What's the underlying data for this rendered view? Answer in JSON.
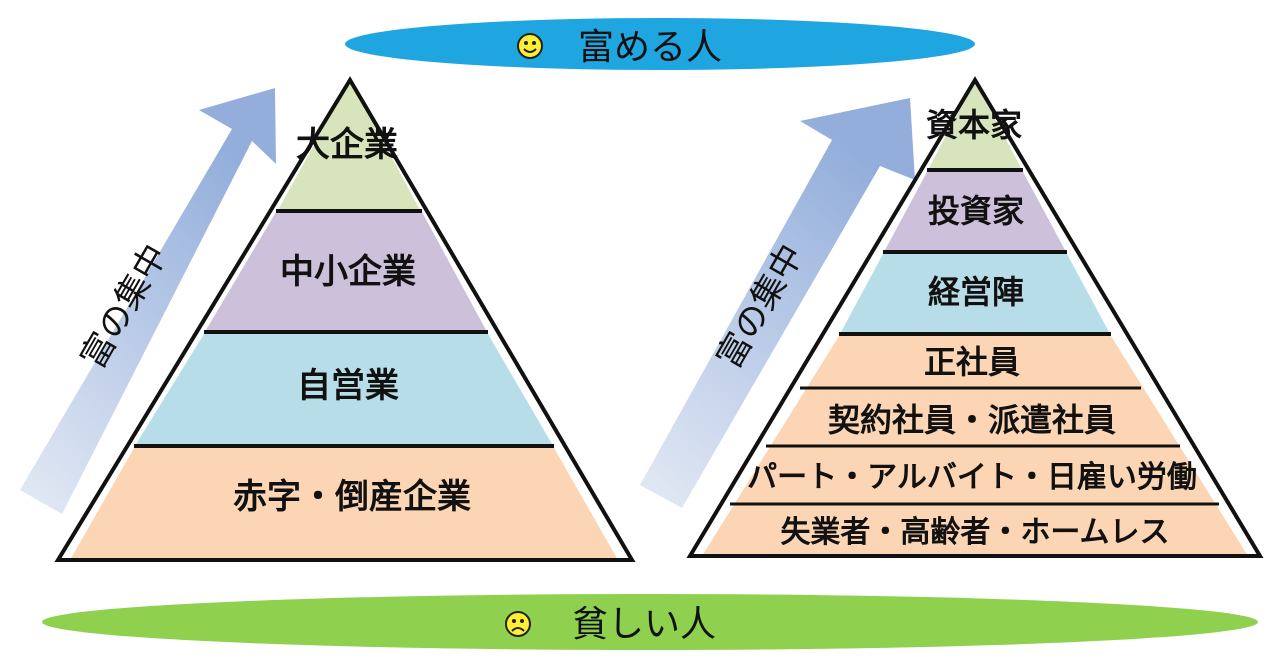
{
  "top_banner": {
    "text": "富める人",
    "color": "#1fa6e0"
  },
  "bottom_banner": {
    "text": "貧しい人",
    "color": "#8fd14f"
  },
  "left_pyramid": {
    "axis_label": "富の集中",
    "layers": [
      {
        "label": "大企業",
        "color": "#d8e4bc"
      },
      {
        "label": "中小企業",
        "color": "#ccc0da"
      },
      {
        "label": "自営業",
        "color": "#b7dee8"
      },
      {
        "label": "赤字・倒産企業",
        "color": "#fcd5b4"
      }
    ]
  },
  "right_pyramid": {
    "axis_label": "富の集中",
    "layers": [
      {
        "label": "資本家",
        "color": "#d8e4bc"
      },
      {
        "label": "投資家",
        "color": "#ccc0da"
      },
      {
        "label": "経営陣",
        "color": "#b7dee8"
      },
      {
        "label": "正社員",
        "color": "#fcd5b4"
      },
      {
        "label": "契約社員・派遣社員",
        "color": "#fcd5b4"
      },
      {
        "label": "パート・アルバイト・日雇い労働",
        "color": "#fcd5b4"
      },
      {
        "label": "失業者・高齢者・ホームレス",
        "color": "#fcd5b4"
      }
    ]
  },
  "icons": {
    "happy": "smiley-face-icon",
    "sad": "frown-face-icon"
  }
}
